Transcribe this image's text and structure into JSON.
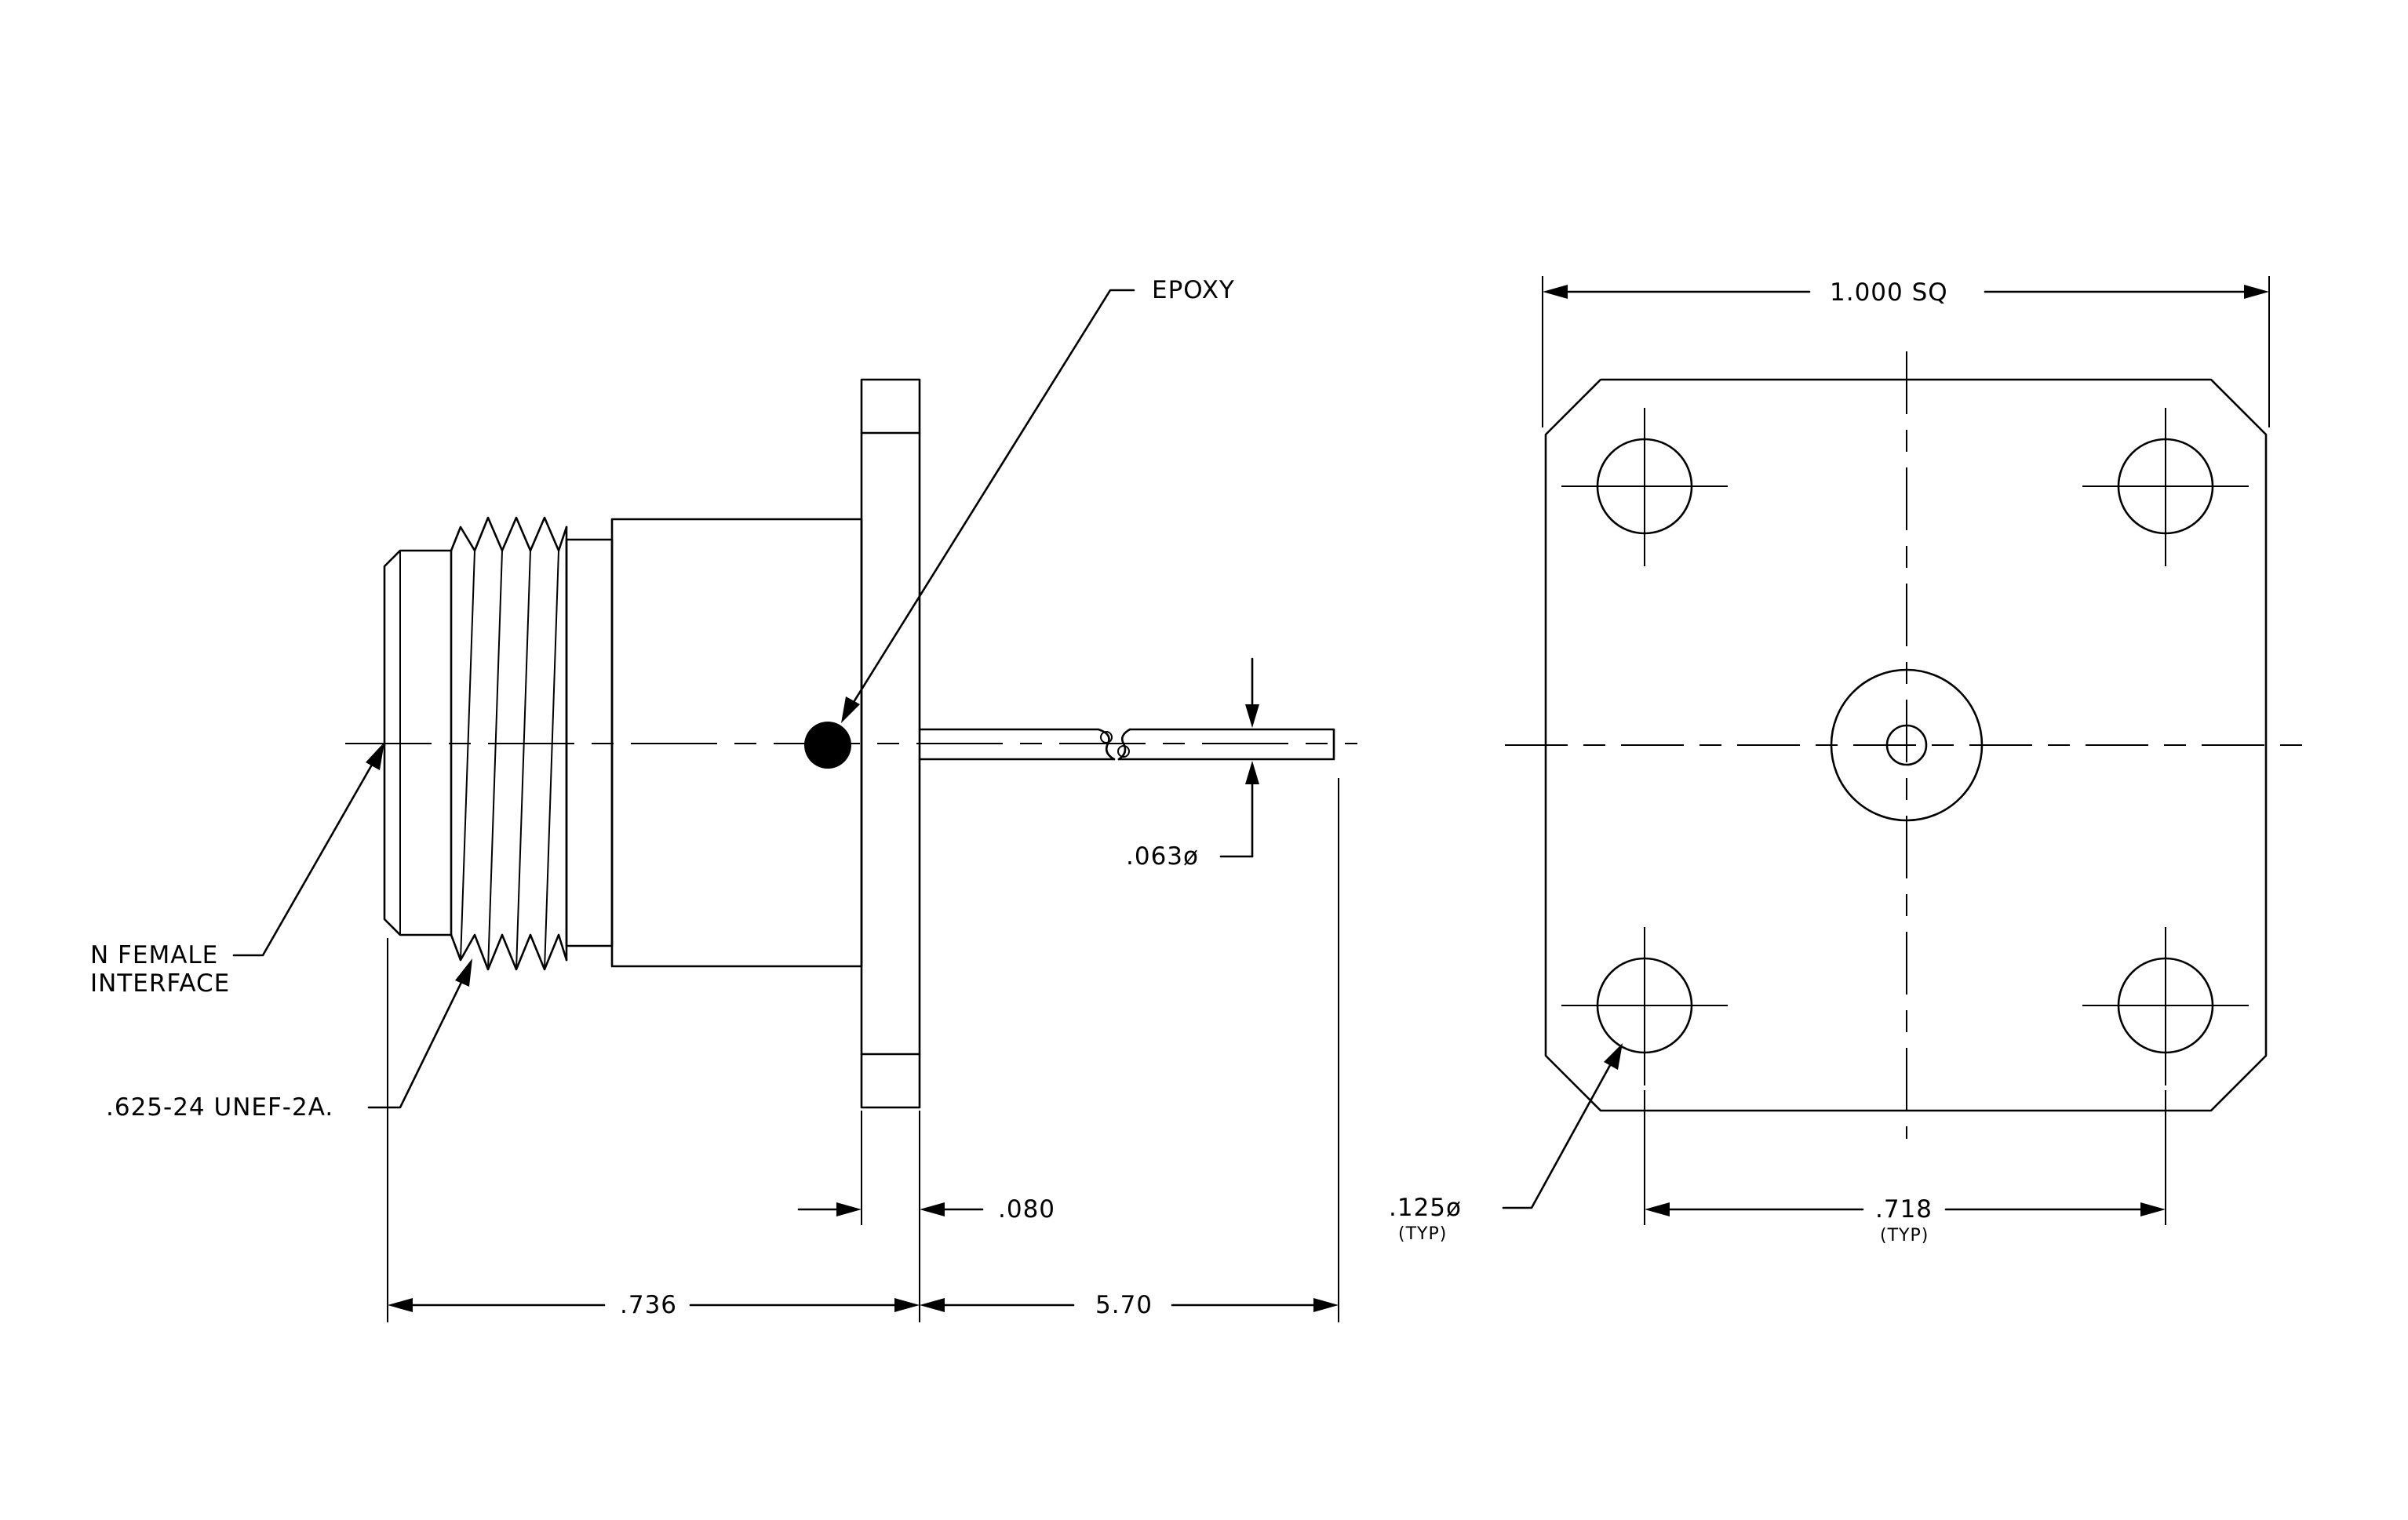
{
  "labels": {
    "epoxy": "EPOXY",
    "n_female_line1": "N FEMALE",
    "n_female_line2": "INTERFACE",
    "thread": ".625-24 UNEF-2A.",
    "pin_dia": ".063ø",
    "flange_thk": ".080",
    "body_len": ".736",
    "pin_len": "5.70",
    "square": "1.000 SQ",
    "hole_dia": ".125ø",
    "hole_typ": "(TYP)",
    "hole_spacing": ".718",
    "spacing_typ": "(TYP)"
  }
}
